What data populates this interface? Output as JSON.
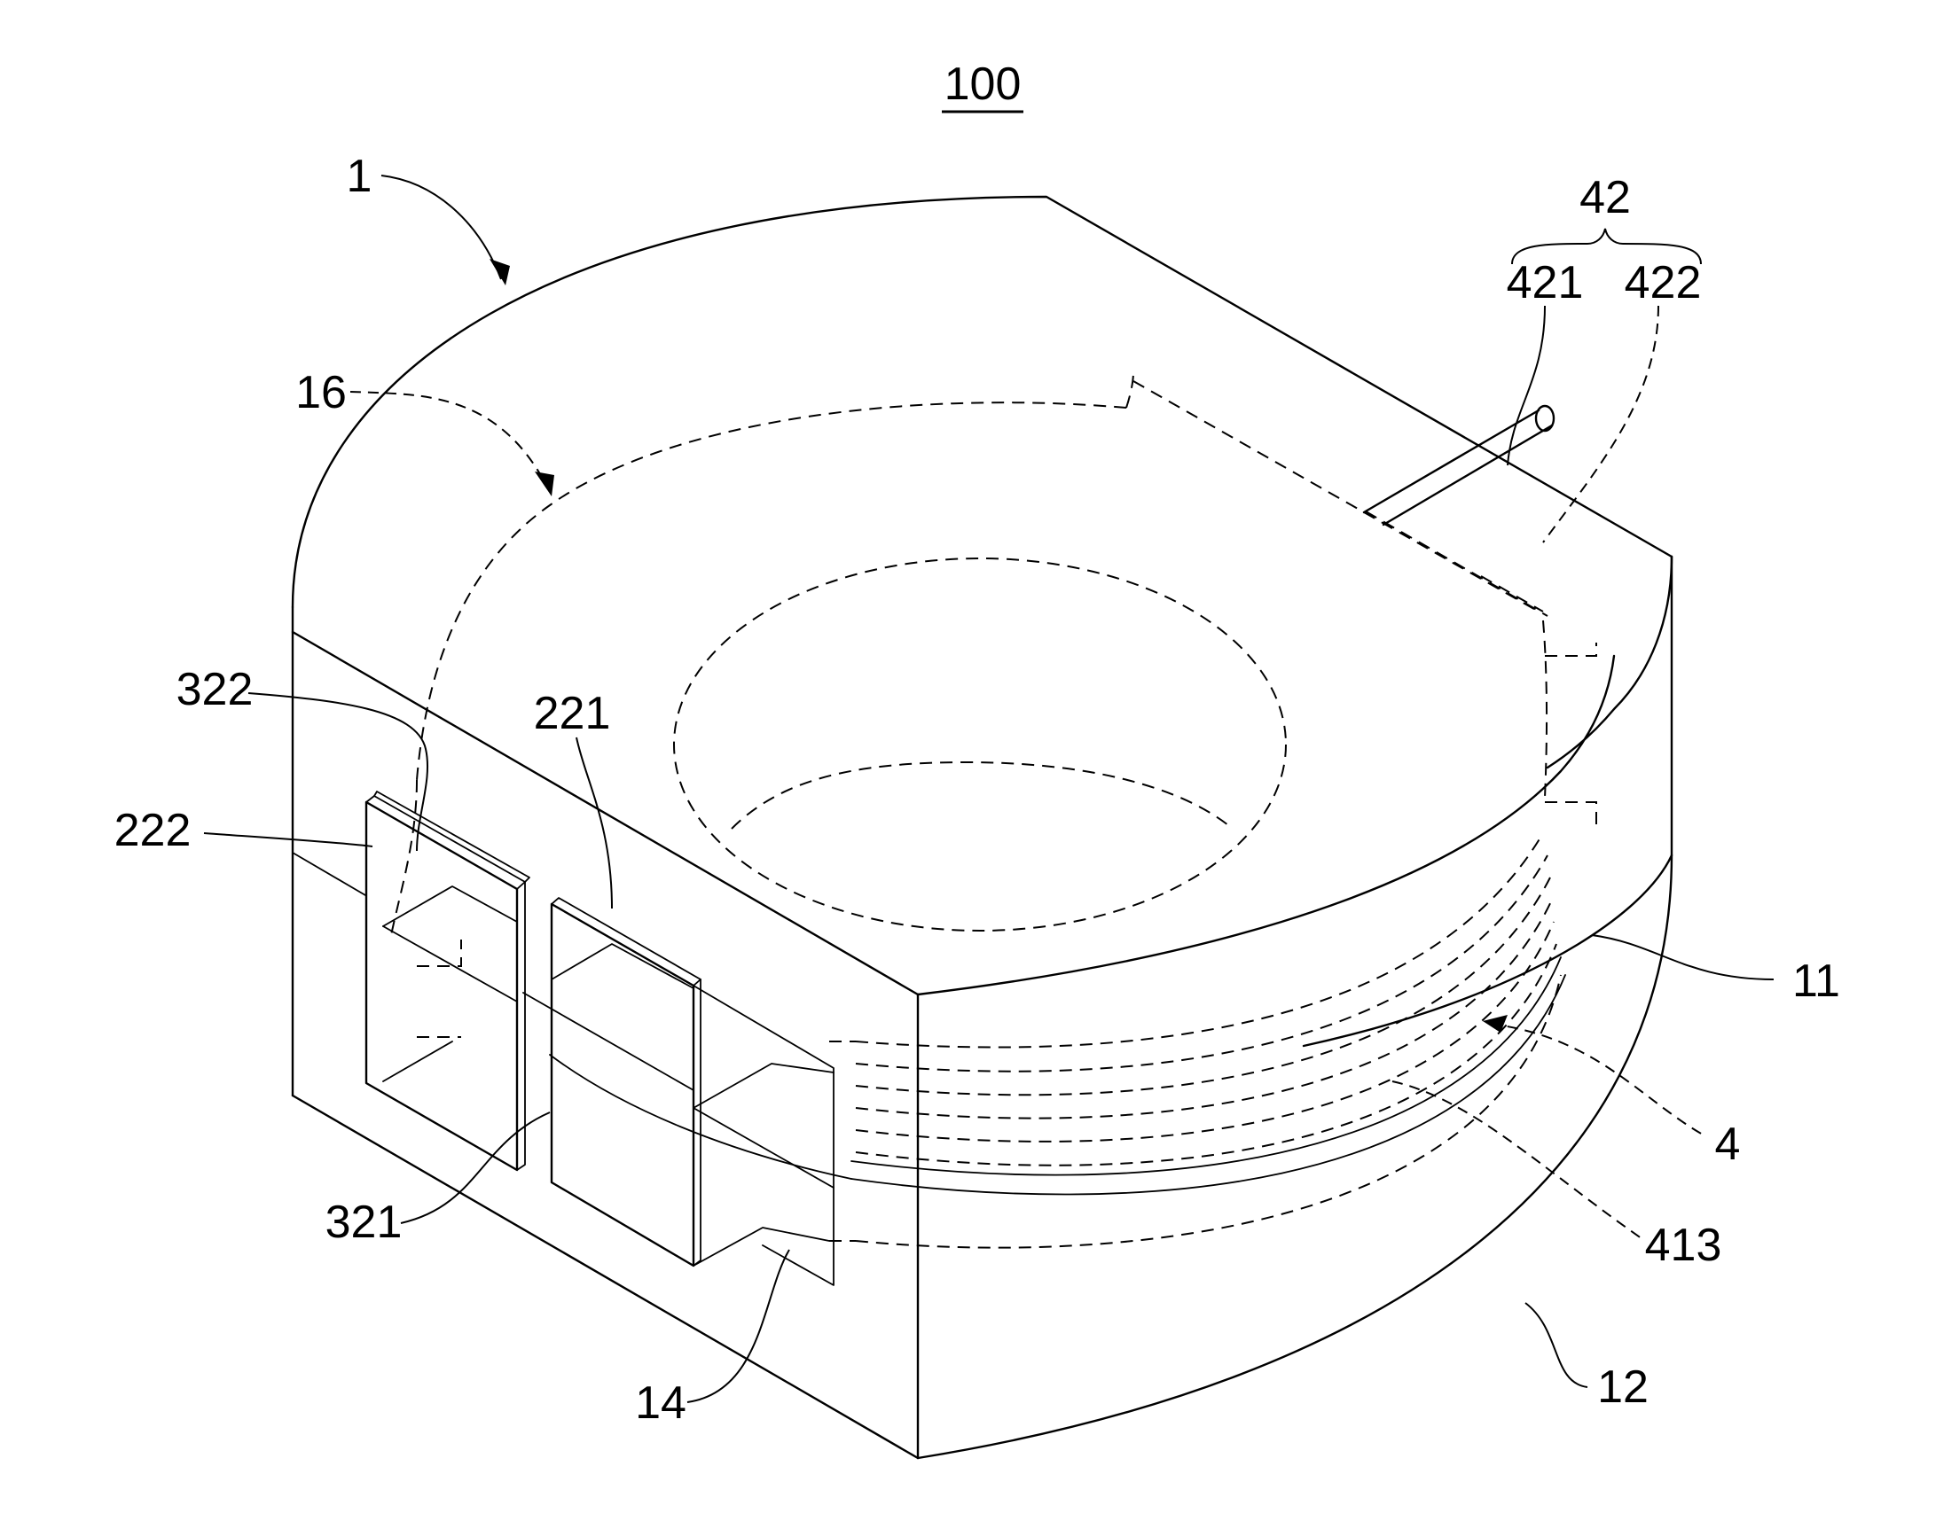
{
  "figure": {
    "title": "100",
    "labels": {
      "l1": "1",
      "l16": "16",
      "l42": "42",
      "l421": "421",
      "l422": "422",
      "l322": "322",
      "l221": "221",
      "l222": "222",
      "l11": "11",
      "l4": "4",
      "l413": "413",
      "l321": "321",
      "l14": "14",
      "l12": "12"
    }
  }
}
